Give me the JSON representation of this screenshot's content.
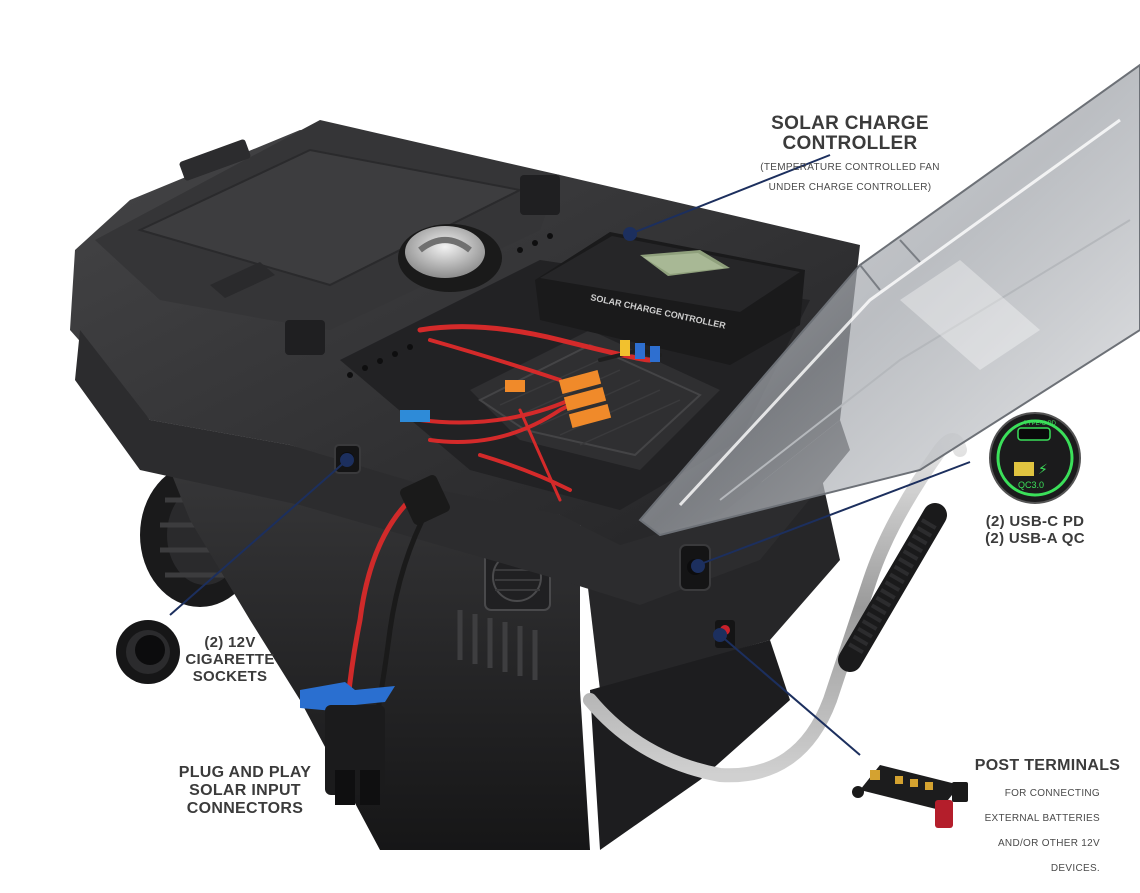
{
  "callouts": {
    "solar_charge_controller": {
      "title_line1": "SOLAR CHARGE",
      "title_line2": "CONTROLLER",
      "note_line1": "(TEMPERATURE CONTROLLED FAN",
      "note_line2": "UNDER CHARGE CONTROLLER)"
    },
    "usb": {
      "line1": "(2) USB-C PD",
      "line2": "(2) USB-A QC"
    },
    "cigarette": {
      "line1": "(2) 12V",
      "line2": "CIGARETTE",
      "line3": "SOCKETS"
    },
    "plug_play": {
      "line1": "PLUG AND PLAY",
      "line2": "SOLAR INPUT",
      "line3": "CONNECTORS"
    },
    "post_terminals": {
      "title": "POST TERMINALS",
      "note_line1": "FOR CONNECTING",
      "note_line2": "EXTERNAL BATTERIES",
      "note_line3": "AND/OR OTHER 12V",
      "note_line4": "DEVICES."
    }
  },
  "device_text": {
    "controller_label": "SOLAR CHARGE CONTROLLER",
    "usb_port_typec": "TYPE-C PD",
    "usb_port_qc": "QC3.0"
  },
  "colors": {
    "callout_line": "#1c2f5e",
    "usb_glow": "#3be05a",
    "heading_text": "#3b3b3b"
  }
}
